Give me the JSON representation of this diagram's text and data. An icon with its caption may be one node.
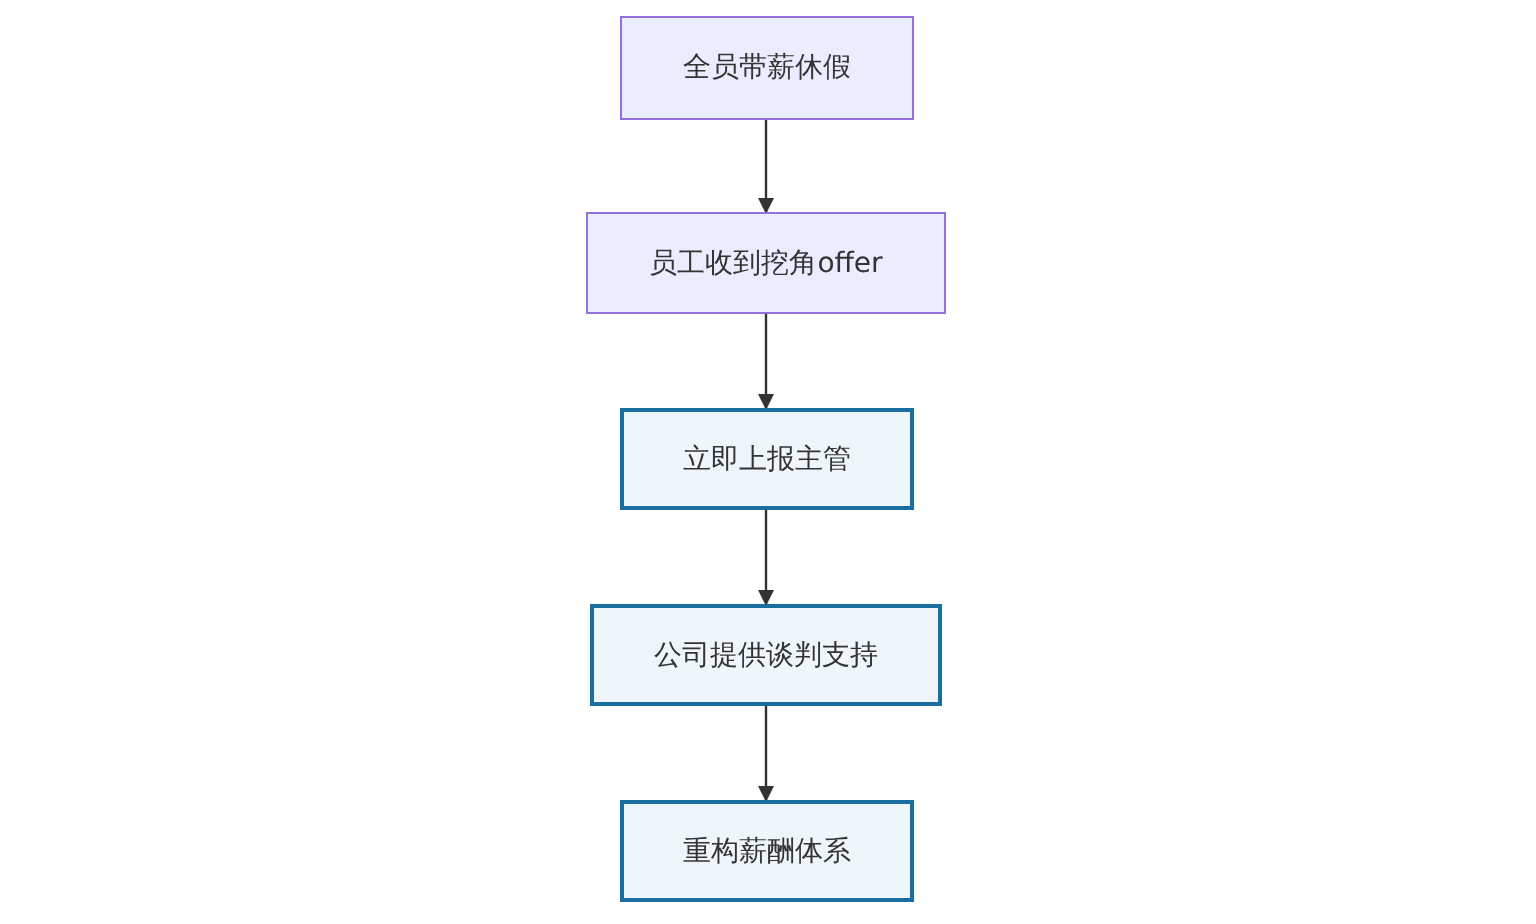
{
  "diagram": {
    "nodes": [
      {
        "text": [
          "全员带薪休假"
        ]
      },
      {
        "text": [
          "员工收到挖角offer"
        ]
      },
      {
        "text": [
          "立即上报主管"
        ]
      },
      {
        "text": [
          "公司提供谈判支持"
        ]
      },
      {
        "text": [
          "重构薪酬体系"
        ]
      }
    ],
    "edges": [
      {
        "from": 0,
        "to": 1,
        "arrow": "to"
      },
      {
        "from": 1,
        "to": 2,
        "arrow": "to"
      },
      {
        "from": 2,
        "to": 3,
        "arrow": "to"
      },
      {
        "from": 3,
        "to": 4,
        "arrow": "to"
      }
    ]
  }
}
